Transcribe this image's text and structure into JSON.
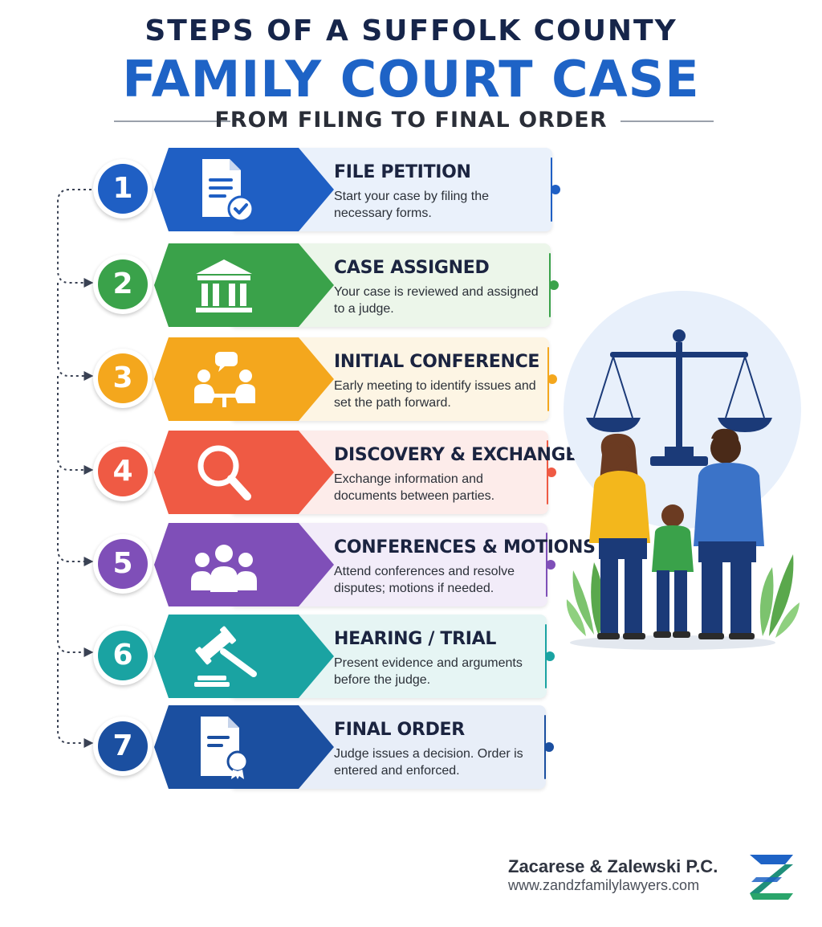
{
  "header": {
    "title_line1": "STEPS OF A SUFFOLK COUNTY",
    "title_line2": "FAMILY COURT CASE",
    "subtitle": "FROM FILING TO FINAL ORDER"
  },
  "steps": [
    {
      "number": "1",
      "title": "FILE PETITION",
      "description": "Start your case by filing the necessary forms.",
      "icon": "document-check-icon",
      "color": "#1f5fc4",
      "card_bg": "#eaf1fb"
    },
    {
      "number": "2",
      "title": "CASE ASSIGNED",
      "description": "Your case is reviewed and assigned to a judge.",
      "icon": "courthouse-icon",
      "color": "#3aa24a",
      "card_bg": "#ecf6ea"
    },
    {
      "number": "3",
      "title": "INITIAL CONFERENCE",
      "description": "Early meeting to identify issues and set the path forward.",
      "icon": "meeting-icon",
      "color": "#f4a71d",
      "card_bg": "#fdf5e4"
    },
    {
      "number": "4",
      "title": "DISCOVERY & EXCHANGE",
      "description": "Exchange information and documents between parties.",
      "icon": "magnifier-icon",
      "color": "#ef5a44",
      "card_bg": "#fdecea"
    },
    {
      "number": "5",
      "title": "CONFERENCES & MOTIONS",
      "description": "Attend conferences and resolve disputes; motions if needed.",
      "icon": "group-icon",
      "color": "#7f4fb8",
      "card_bg": "#f2ecf9"
    },
    {
      "number": "6",
      "title": "HEARING / TRIAL",
      "description": "Present evidence and arguments before the judge.",
      "icon": "gavel-icon",
      "color": "#1aa3a2",
      "card_bg": "#e6f5f4"
    },
    {
      "number": "7",
      "title": "FINAL ORDER",
      "description": "Judge issues a decision. Order is entered and enforced.",
      "icon": "certificate-icon",
      "color": "#1b4fa0",
      "card_bg": "#e8eef8"
    }
  ],
  "illustration": {
    "icon": "family-with-scales-of-justice-icon"
  },
  "footer": {
    "firm_name": "Zacarese & Zalewski P.C.",
    "website": "www.zandzfamilylawyers.com",
    "logo": "zz-logo-icon"
  }
}
